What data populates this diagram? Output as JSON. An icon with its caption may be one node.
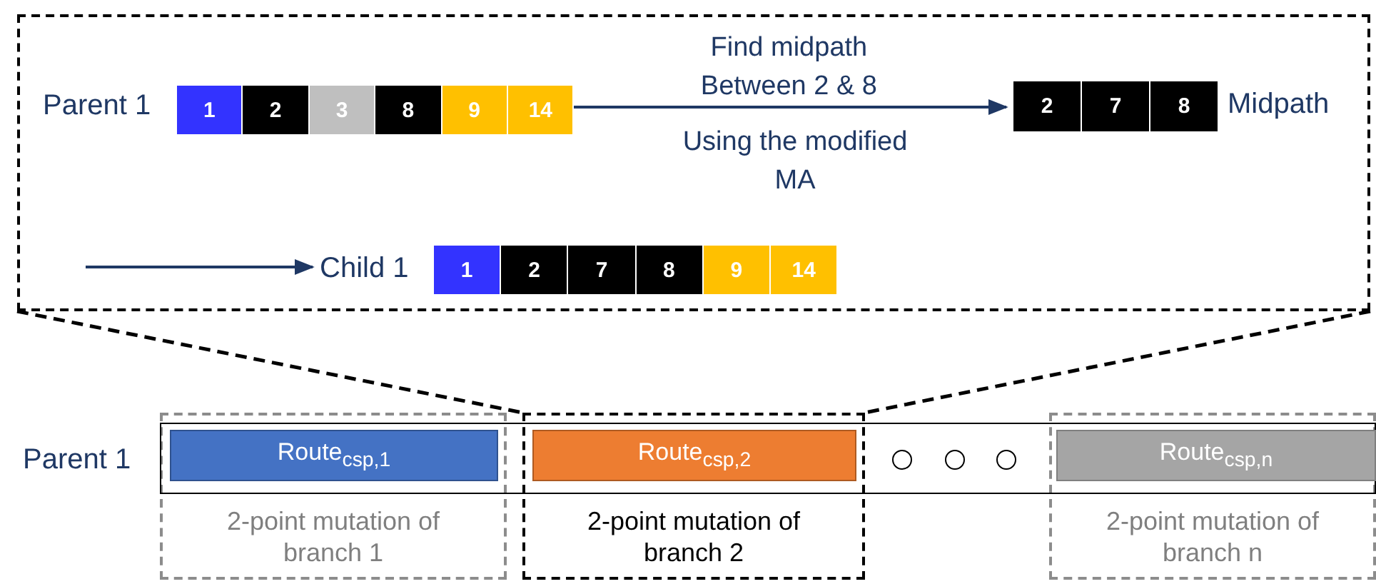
{
  "diagram": {
    "nodes": [
      {
        "text": [],
        "shape": "box"
      },
      {
        "text": [],
        "shape": "bar",
        "in": 0,
        "beside": [
          "Parent 1"
        ]
      },
      {
        "text": [
          "1"
        ],
        "in": 1
      },
      {
        "text": [
          "2"
        ],
        "in": 1
      },
      {
        "text": [
          "3"
        ],
        "in": 1
      },
      {
        "text": [
          "8"
        ],
        "in": 1
      },
      {
        "text": [
          "9"
        ],
        "in": 1
      },
      {
        "text": [
          "14"
        ],
        "in": 1
      },
      {
        "text": [],
        "shape": "bar",
        "in": 0,
        "beside": [
          "Midpath"
        ]
      },
      {
        "text": [
          "2"
        ],
        "in": 8
      },
      {
        "text": [
          "7"
        ],
        "in": 8
      },
      {
        "text": [
          "8"
        ],
        "in": 8
      },
      {
        "text": [],
        "shape": "bar",
        "in": 0,
        "beside": [
          "Child 1"
        ]
      },
      {
        "text": [
          "1"
        ],
        "in": 12
      },
      {
        "text": [
          "2"
        ],
        "in": 12
      },
      {
        "text": [
          "7"
        ],
        "in": 12
      },
      {
        "text": [
          "8"
        ],
        "in": 12
      },
      {
        "text": [
          "9"
        ],
        "in": 12
      },
      {
        "text": [
          "14"
        ],
        "in": 12
      },
      {
        "text": [],
        "shape": "bar",
        "beside": [
          "Parent 1"
        ]
      },
      {
        "text": [
          "2-point mutation of branch 1"
        ]
      },
      {
        "text": [
          "Route$_{csp,1}$"
        ]
      },
      {
        "text": [
          "2-point mutation of branch 2"
        ]
      },
      {
        "text": [
          "Route$_{csp,2}$"
        ]
      },
      {
        "text": [],
        "shape": "circle",
        "in": 19
      },
      {
        "text": [],
        "shape": "circle",
        "in": 19
      },
      {
        "text": [],
        "shape": "circle",
        "in": 19
      },
      {
        "text": [
          "2-point mutation of branch n"
        ]
      },
      {
        "text": [
          "Route$_{csp,n}$"
        ]
      }
    ],
    "edges": [
      {
        "from": 1,
        "to": 8,
        "arrow": "to",
        "label": "Find midpath Between 2 & 8"
      },
      {
        "from": null,
        "to": 12,
        "arrow": "to"
      },
      {
        "from": 0,
        "to": 22,
        "arrow": "none",
        "style": "dashed",
        "color": "#000000"
      },
      {
        "from": 0,
        "to": 22,
        "arrow": "none",
        "style": "dashed",
        "color": "#000000"
      }
    ],
    "labels": [
      "Using the modified MA"
    ]
  }
}
